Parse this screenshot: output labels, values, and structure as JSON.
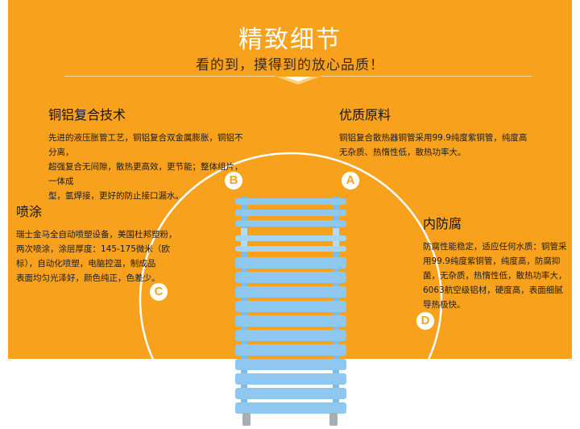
{
  "header": {
    "title": "精致细节",
    "subtitle": "看的到，摸得到的放心品质！"
  },
  "features": {
    "copper_aluminum": {
      "title": "铜铝复合技术",
      "lines": [
        "先进的液压胀管工艺，铜铝复合双金属膨胀，铜铝不分离，",
        "超强复合无间隙，散热更高效，更节能；整体组片，一体成",
        "型，氩焊接，更好的防止接口漏水。"
      ]
    },
    "quality_material": {
      "title": "优质原料",
      "lines": [
        "铜铝复合散热器铜管采用99.9纯度紫铜管，纯度高",
        "无杂质、热惰性低，散热功率大。"
      ]
    },
    "spray_coating": {
      "title": "喷涂",
      "lines": [
        "瑞士金马全自动喷塑设备，美国杜邦塑粉，",
        "两次喷涂，涂层厚度：145-175微米（欧",
        "标），自动化喷塑，电脑控温，制成品",
        "表面均匀光泽好，颜色纯正，色差少。"
      ]
    },
    "anti_corrosion": {
      "title": "内防腐",
      "lines": [
        "防腐性能稳定，适应任何水质：铜管采",
        "用99.9纯度紫铜管，纯度高，防腐抑",
        "菌，无杂质，热惰性低，散热功率大，",
        "6063航空级铝材，硬度高，表面细腻",
        "导热极快。"
      ]
    }
  },
  "badges": {
    "a": "A",
    "b": "B",
    "c": "C",
    "d": "D"
  },
  "colors": {
    "background": "#f7a11c",
    "radiator": "#8ec7ef",
    "text_dark": "#1d1d1d",
    "white": "#ffffff"
  }
}
